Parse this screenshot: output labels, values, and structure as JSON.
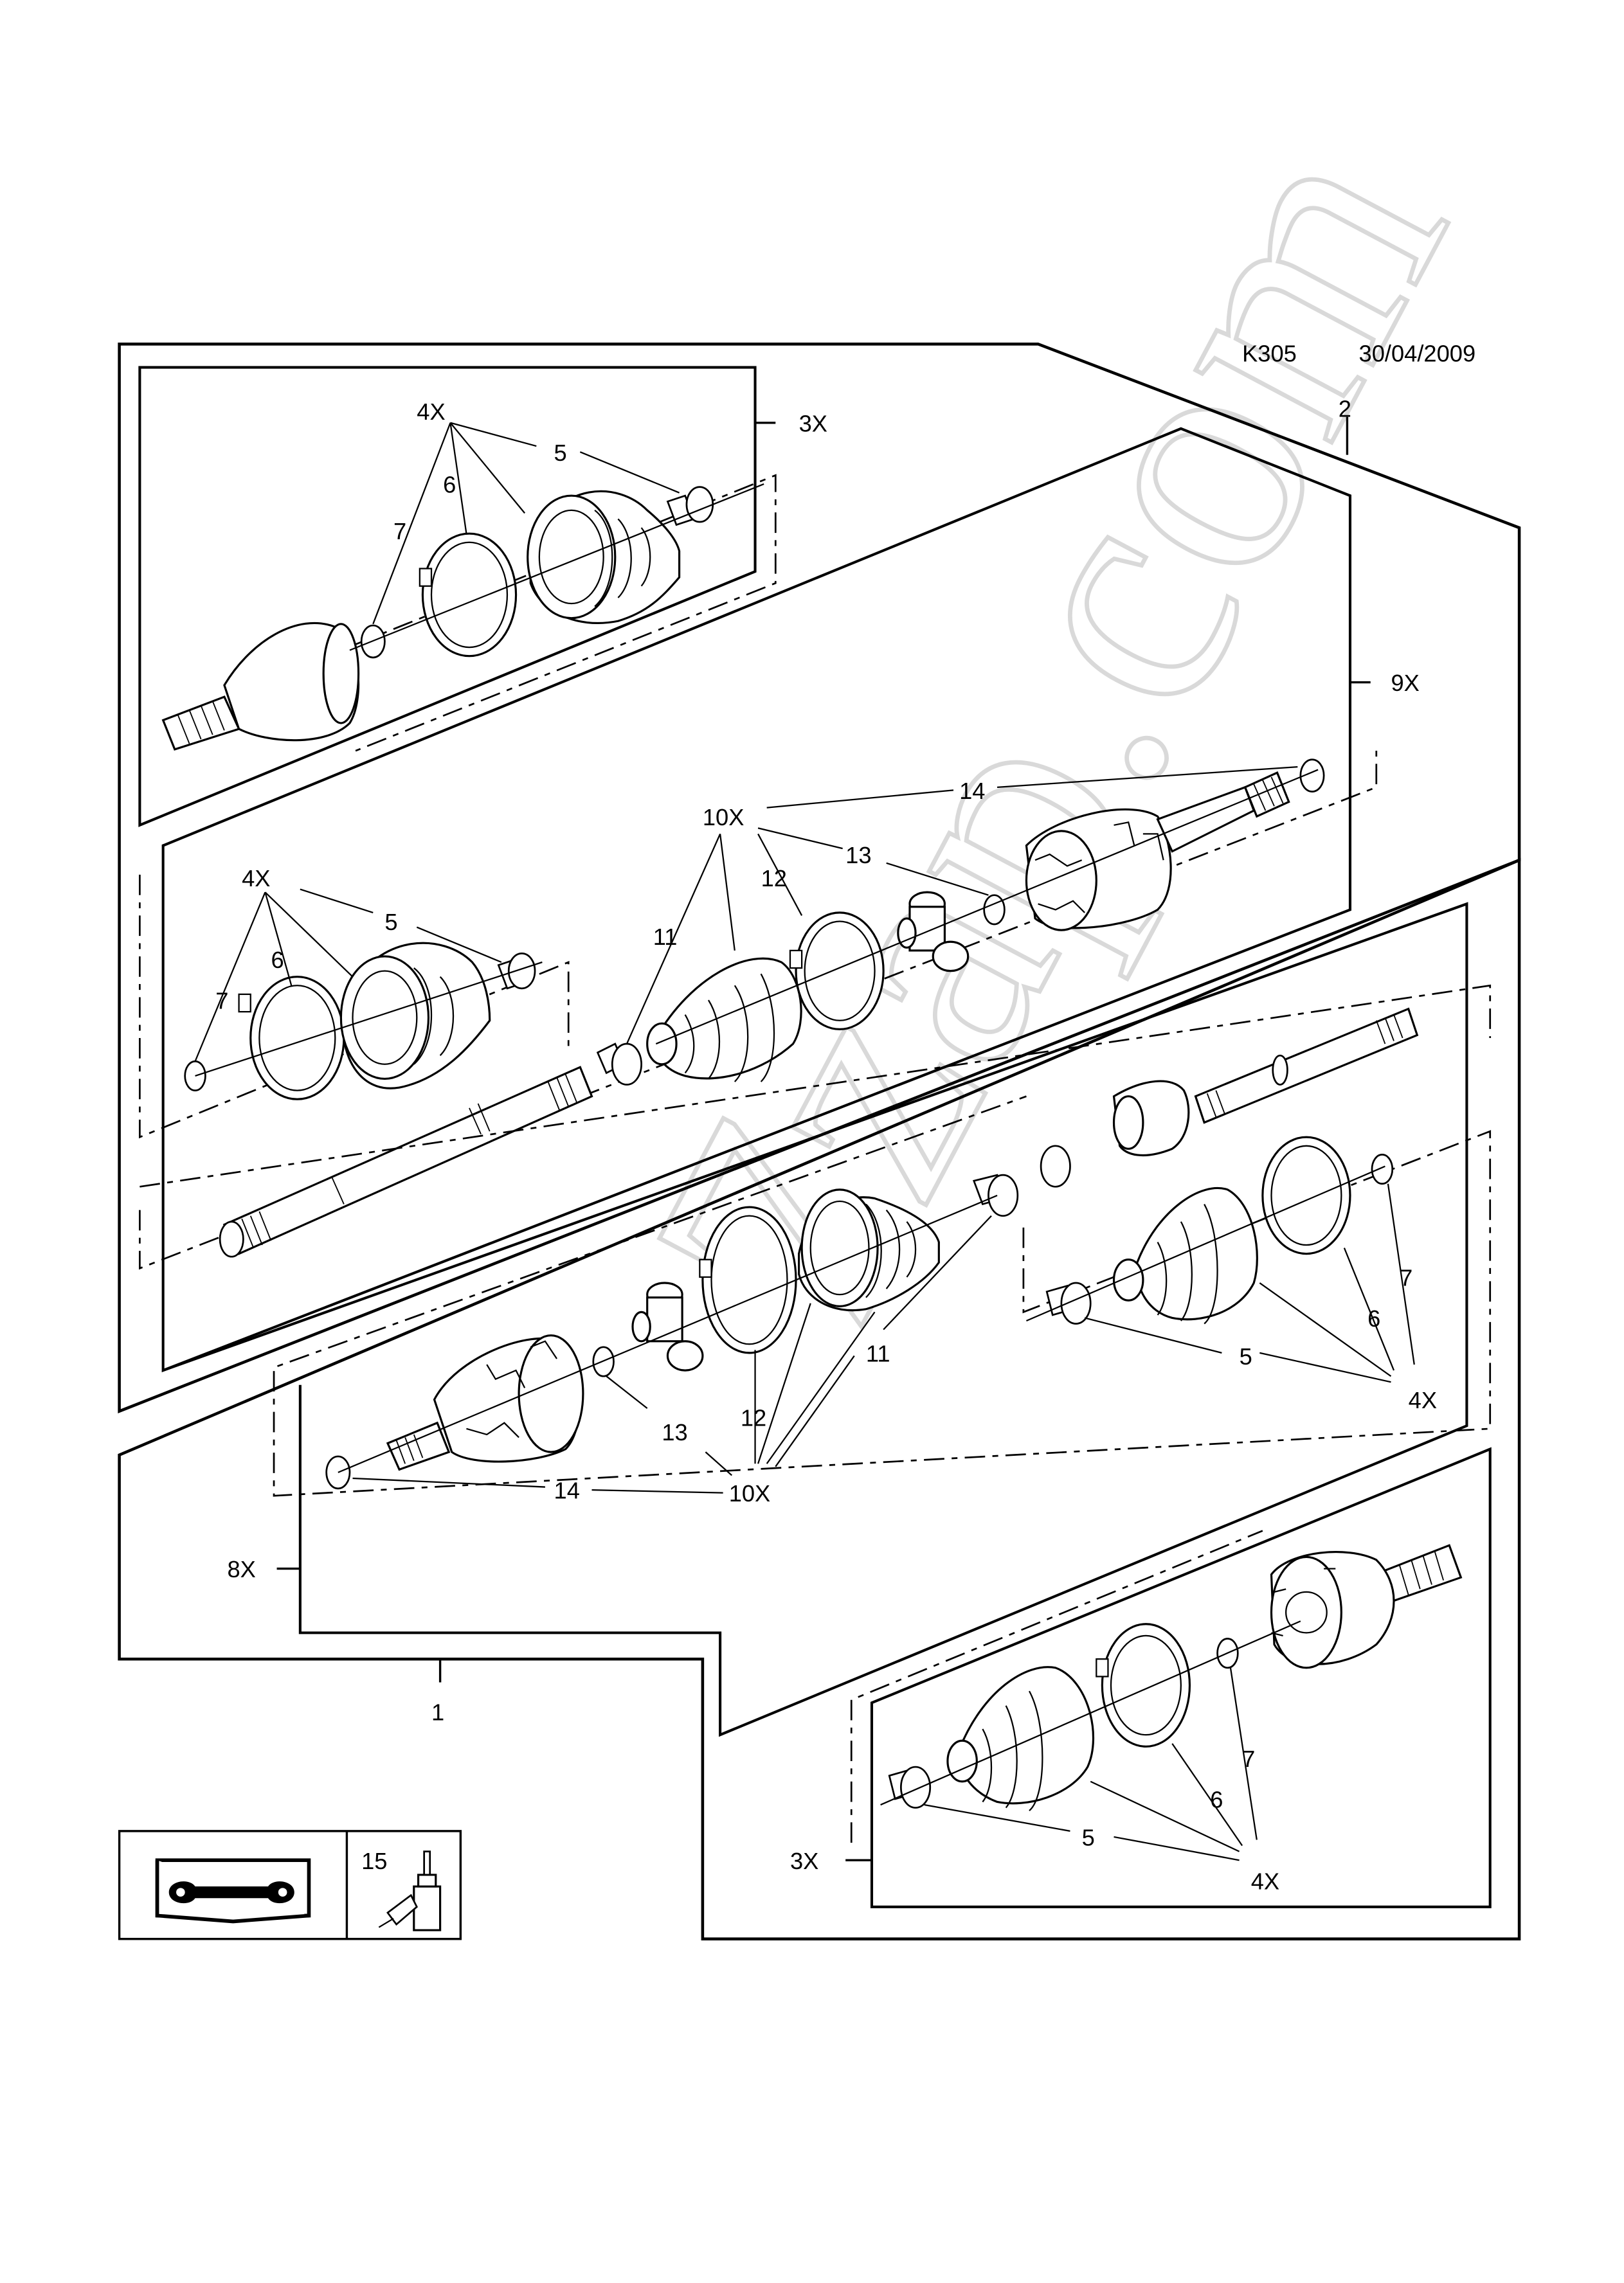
{
  "header": {
    "diagram_code": "K305",
    "date": "30/04/2009"
  },
  "watermark": "7zap.com",
  "assembly_labels": {
    "assembly_1": "1",
    "assembly_2": "2"
  },
  "quantity_labels": {
    "top_outer_qty": "3X",
    "upper_shaft_qty": "9X",
    "lower_shaft_qty": "8X",
    "bottom_outer_qty": "3X"
  },
  "callouts": {
    "top_kit": {
      "kit": "4X",
      "boot_clamp": "5",
      "large_clamp": "6",
      "circlip": "7"
    },
    "upper_inner_kit": {
      "kit": "4X",
      "boot_clamp": "5",
      "large_clamp": "6",
      "circlip": "7"
    },
    "upper_tripod_kit": {
      "kit": "10X",
      "boot": "11",
      "clamp": "12",
      "snap_ring": "13",
      "retainer": "14"
    },
    "lower_tripod_kit": {
      "kit": "10X",
      "boot": "11",
      "clamp": "12",
      "snap_ring": "13",
      "retainer": "14"
    },
    "lower_inner_kit": {
      "kit": "4X",
      "boot_clamp": "5",
      "large_clamp": "6",
      "circlip": "7"
    },
    "bottom_kit": {
      "kit": "4X",
      "boot_clamp": "5",
      "large_clamp": "6",
      "circlip": "7"
    }
  },
  "legend": {
    "grease_label": "15",
    "book_icon": "manual-book-wrench-icon",
    "grease_icon": "grease-bottle-icon"
  }
}
